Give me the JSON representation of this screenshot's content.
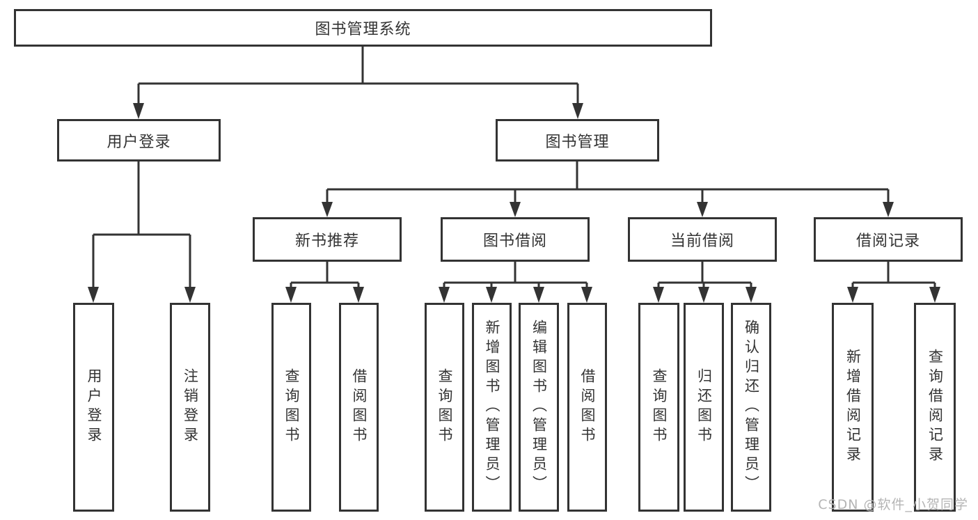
{
  "tree": {
    "root": {
      "label": "图书管理系统"
    },
    "level2": [
      {
        "label": "用户登录",
        "leaves": [
          {
            "label": "用户登录"
          },
          {
            "label": "注销登录"
          }
        ]
      },
      {
        "label": "图书管理",
        "groups": [
          {
            "label": "新书推荐",
            "leaves": [
              {
                "label": "查询图书"
              },
              {
                "label": "借阅图书"
              }
            ]
          },
          {
            "label": "图书借阅",
            "leaves": [
              {
                "label": "查询图书"
              },
              {
                "label": "新增图书（管理员）"
              },
              {
                "label": "编辑图书（管理员）"
              },
              {
                "label": "借阅图书"
              }
            ]
          },
          {
            "label": "当前借阅",
            "leaves": [
              {
                "label": "查询图书"
              },
              {
                "label": "归还图书"
              },
              {
                "label": "确认归还（管理员）"
              }
            ]
          },
          {
            "label": "借阅记录",
            "leaves": [
              {
                "label": "新增借阅记录"
              },
              {
                "label": "查询借阅记录"
              }
            ]
          }
        ]
      }
    ]
  },
  "watermark": {
    "text": "CSDN @软件_小贺同学"
  },
  "colors": {
    "line": "#333333",
    "box_border": "#333333",
    "box_fill": "#ffffff",
    "text": "#333333",
    "watermark": "#b5b5b5",
    "background": "#ffffff"
  }
}
